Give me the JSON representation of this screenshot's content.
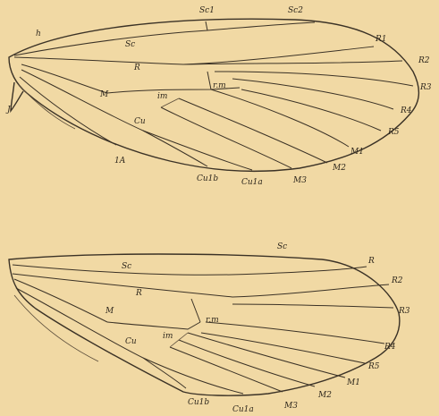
{
  "figure": {
    "forewing": {
      "labels": {
        "sc1": "Sc1",
        "sc2": "Sc2",
        "h": "h",
        "j": "J",
        "sc": "Sc",
        "r": "R",
        "r1": "R1",
        "r2": "R2",
        "r3": "R3",
        "r4": "R4",
        "r5": "R5",
        "rm": "r.m",
        "m": "M",
        "im": "im",
        "cu": "Cu",
        "a1": "1A",
        "cu1b": "Cu1b",
        "cu1a": "Cu1a",
        "m1": "M1",
        "m2": "M2",
        "m3": "M3"
      }
    },
    "hindwing": {
      "labels": {
        "sc_top": "Sc",
        "sc": "Sc",
        "r_tip": "R",
        "r": "R",
        "r2": "R2",
        "r3": "R3",
        "r4": "R4",
        "r5": "R5",
        "rm": "r.m",
        "m": "M",
        "im": "im",
        "cu": "Cu",
        "m1": "M1",
        "m2": "M2",
        "m3": "M3",
        "cu1b": "Cu1b",
        "cu1a": "Cu1a"
      }
    },
    "colors": {
      "paper": "#f1d9a4",
      "ink": "#3b3226"
    }
  }
}
